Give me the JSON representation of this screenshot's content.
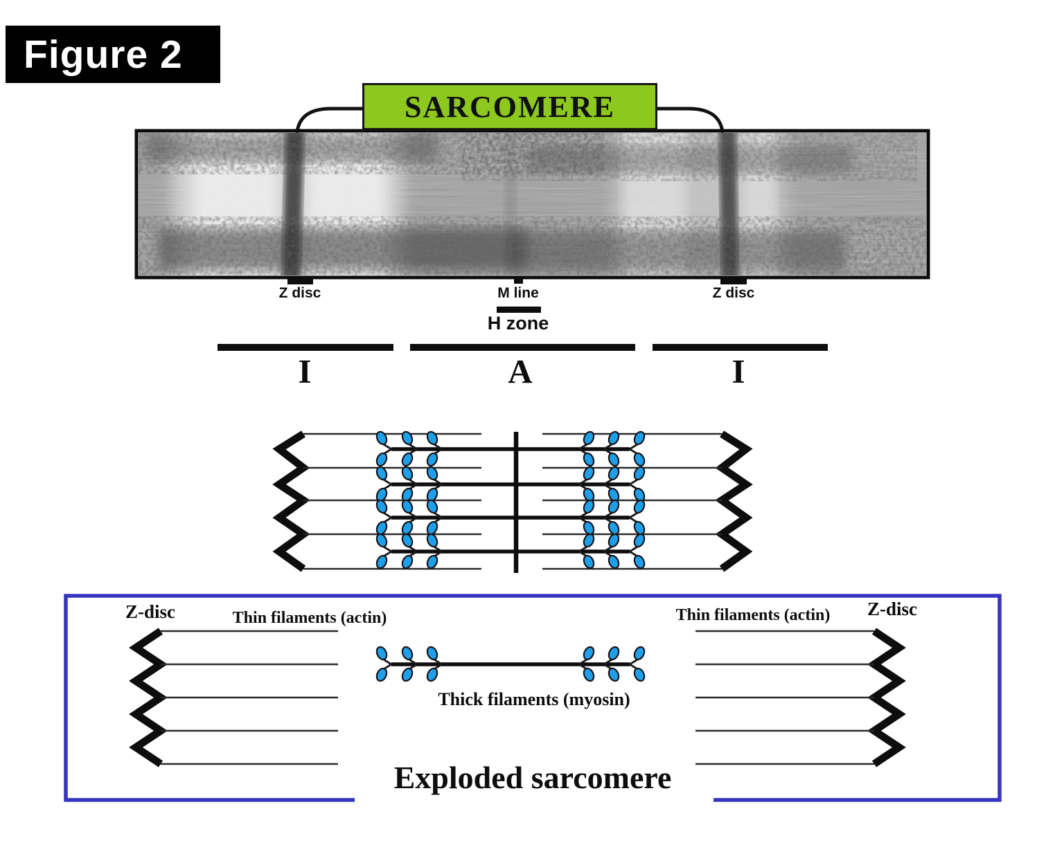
{
  "figure_label": "Figure 2",
  "colors": {
    "sarcomere_green": "#8CC81E",
    "box_blue": "#3535C1",
    "myosin_head_blue": "#1F9FE8"
  },
  "sarcomere_box": {
    "label": "SARCOMERE"
  },
  "micrograph_labels": {
    "z_disc_left": "Z disc",
    "m_line": "M line",
    "h_zone": "H zone",
    "z_disc_right": "Z disc"
  },
  "band_labels": {
    "i_left": "I",
    "a_band": "A",
    "i_right": "I"
  },
  "exploded_box": {
    "z_disc_left": "Z-disc",
    "thin_filaments_left": "Thin filaments (actin)",
    "thin_filaments_right": "Thin filaments (actin)",
    "z_disc_right": "Z-disc",
    "thick_filaments": "Thick filaments (myosin)",
    "caption": "Exploded sarcomere"
  }
}
